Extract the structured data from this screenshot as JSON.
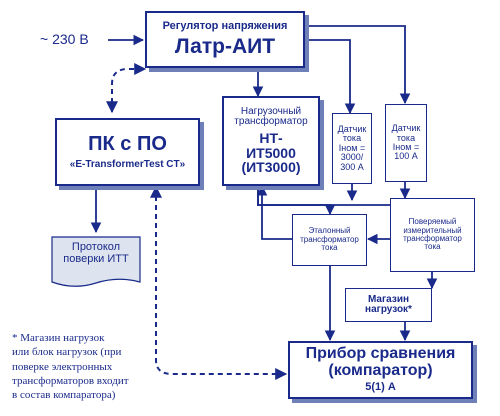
{
  "input_voltage": "~ 230 В",
  "regulator": {
    "subtitle": "Регулятор напряжения",
    "title": "Латр-АИТ"
  },
  "pc": {
    "title": "ПК с ПО",
    "software": "«E-TransformerTest CT»"
  },
  "load_transformer": {
    "line1": "Нагрузочный",
    "line2": "трансформатор",
    "line3": "НТ-",
    "line4": "ИТ5000",
    "line5": "(ИТ3000)"
  },
  "current_sensor_1": {
    "line1": "Датчик",
    "line2": "тока",
    "line3": "Iном =",
    "line4": "3000/",
    "line5": "300 А"
  },
  "current_sensor_2": {
    "line1": "Датчик",
    "line2": "тока",
    "line3": "Iном =",
    "line4": "100 А"
  },
  "protocol": {
    "line1": "Протокол",
    "line2": "поверки ИТТ"
  },
  "reference_transformer": {
    "line1": "Эталонный",
    "line2": "трансформатор",
    "line3": "тока"
  },
  "tested_transformer": {
    "line1": "Поверяемый",
    "line2": "измерительный",
    "line3": "трансформатор",
    "line4": "тока"
  },
  "load_store": {
    "line1": "Магазин",
    "line2": "нагрузок*"
  },
  "comparator": {
    "line1": "Прибор сравнения",
    "line2": "(компаратор)",
    "line3": "5(1) А"
  },
  "footnote": {
    "line1": "* Магазин нагрузок",
    "line2": "или блок нагрузок (при",
    "line3": "поверке электронных",
    "line4": "трансформаторов входит",
    "line5": "в состав компаратора)"
  },
  "colors": {
    "line": "#1a2a8a",
    "shadow": "#6f80b8",
    "paper": "#dde3ef"
  }
}
